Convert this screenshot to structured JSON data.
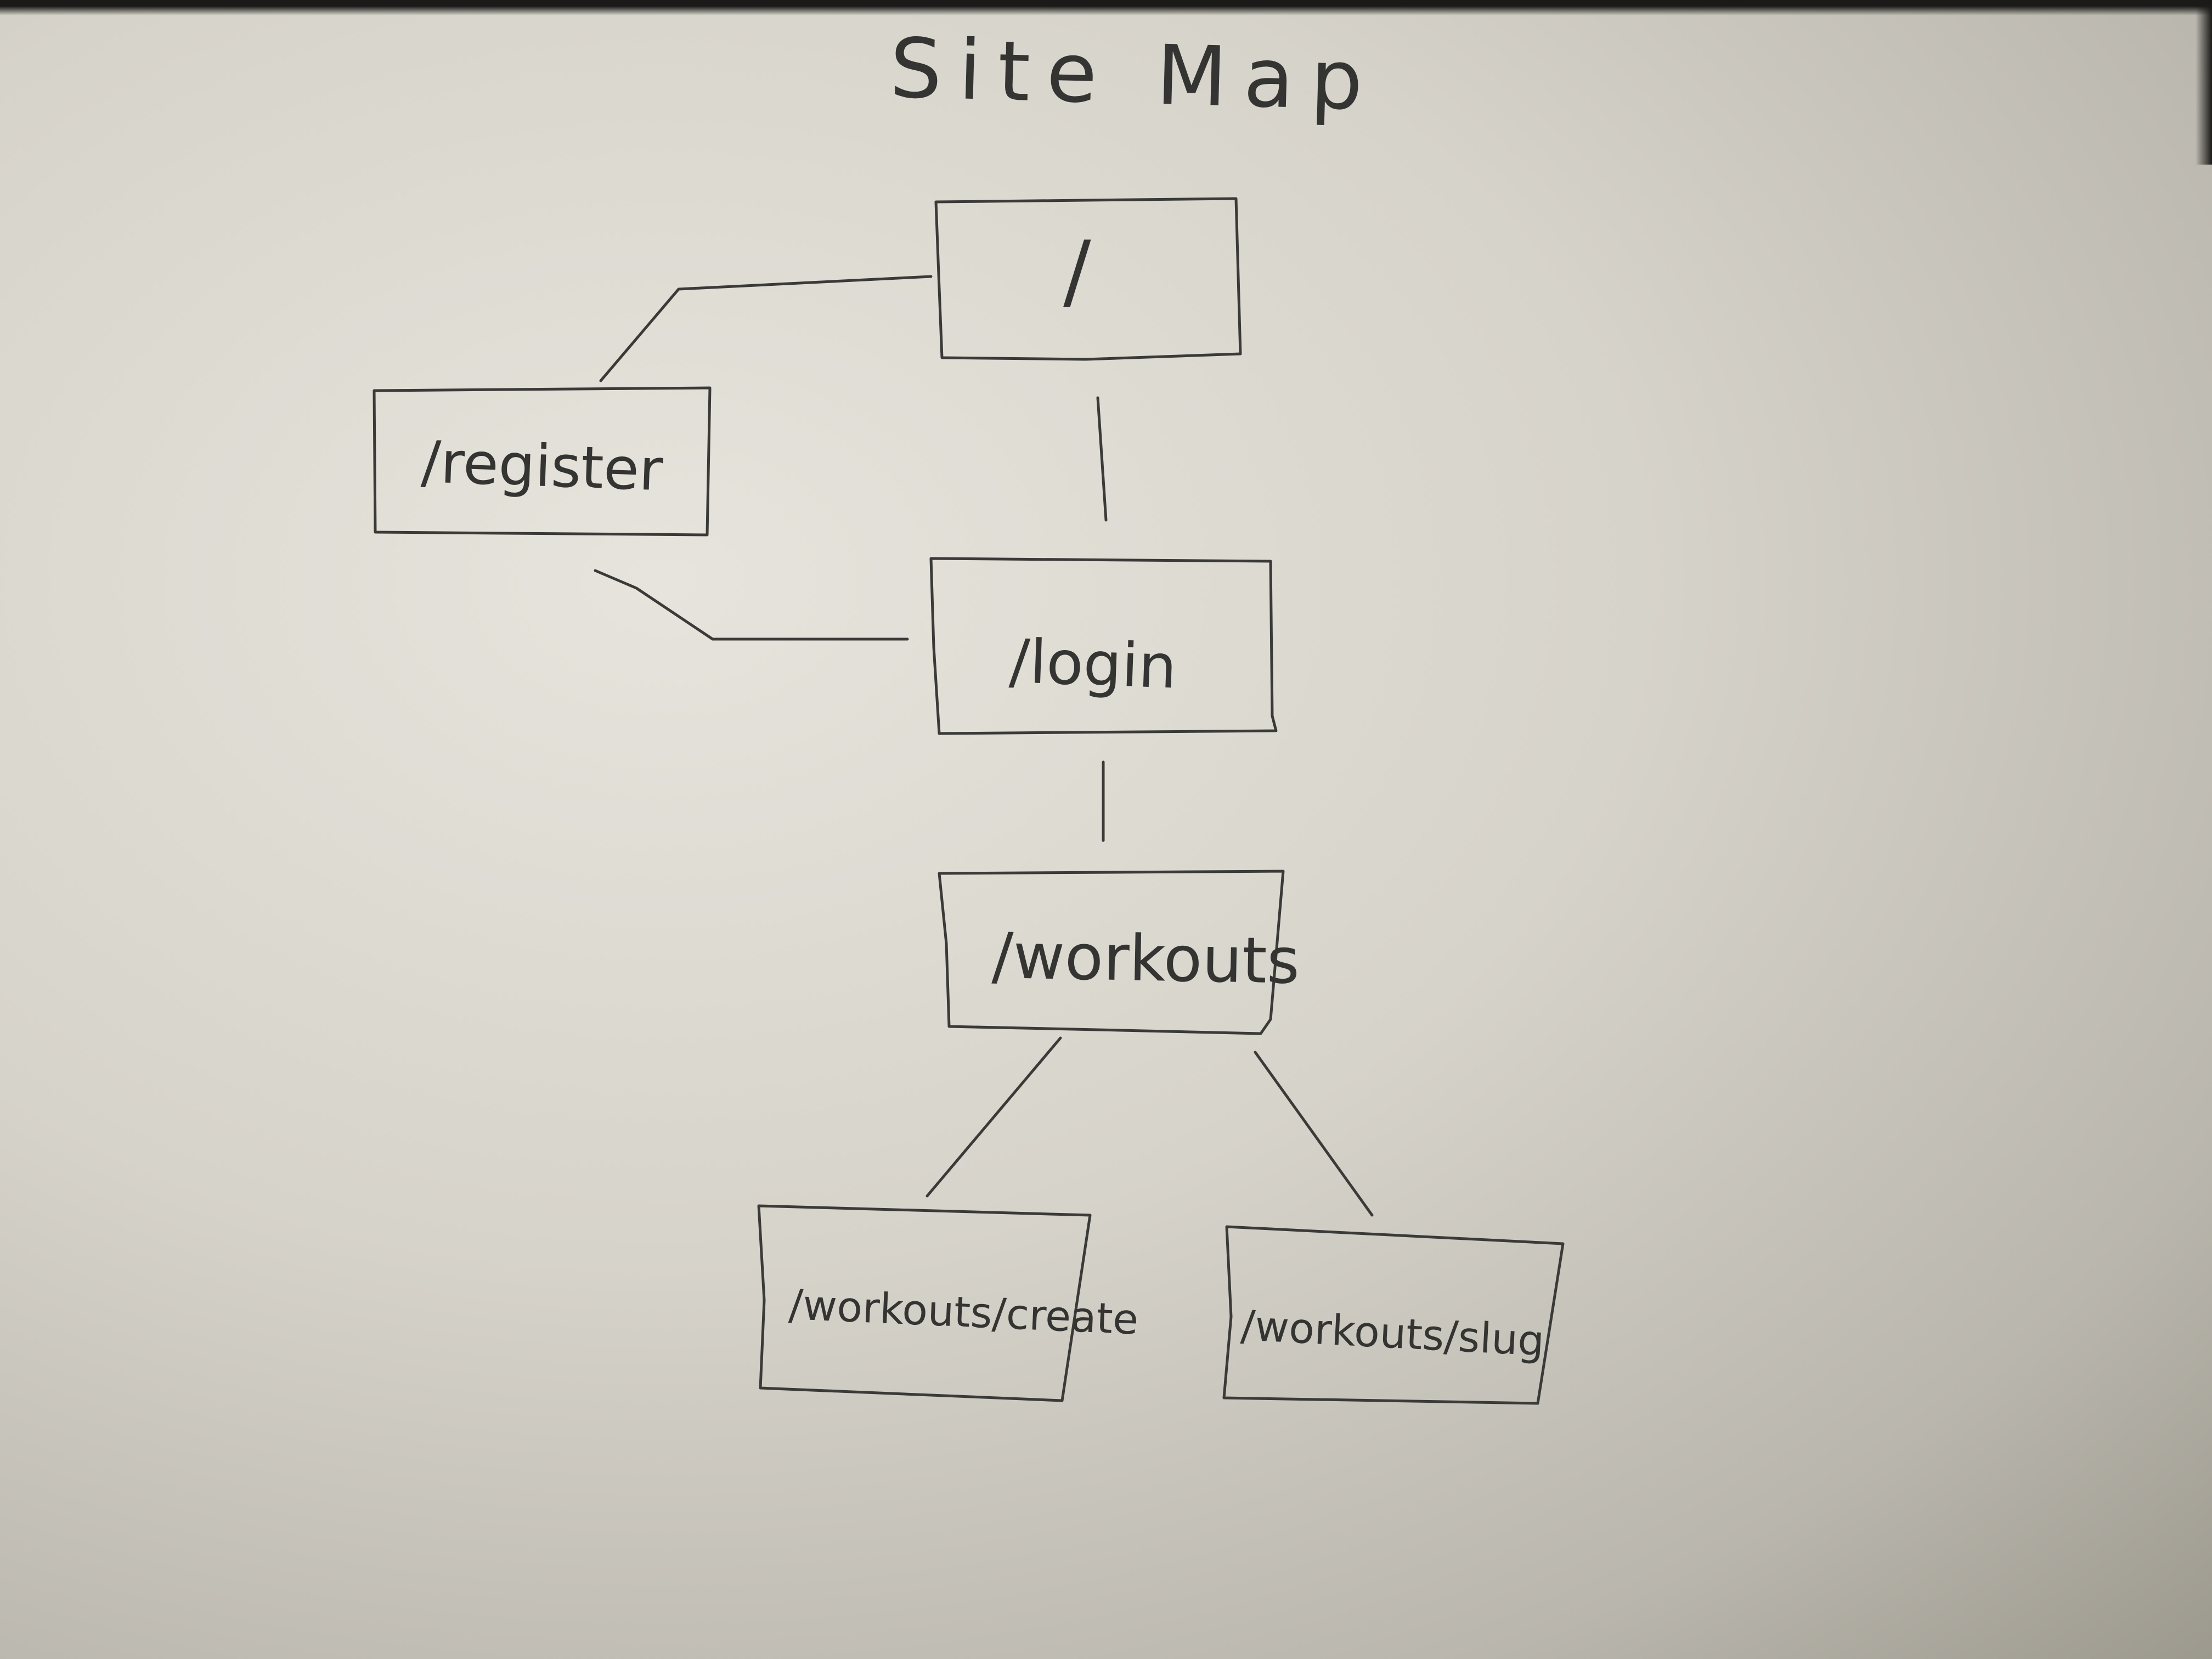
{
  "diagram": {
    "title": "Site Map",
    "nodes": [
      {
        "id": "root",
        "label": "/"
      },
      {
        "id": "register",
        "label": "/register"
      },
      {
        "id": "login",
        "label": "/login"
      },
      {
        "id": "workouts",
        "label": "/workouts"
      },
      {
        "id": "workouts_create",
        "label": "/workouts/create"
      },
      {
        "id": "workouts_slug",
        "label": "/workouts/slug"
      }
    ],
    "edges": [
      {
        "from": "root",
        "to": "register"
      },
      {
        "from": "root",
        "to": "login"
      },
      {
        "from": "register",
        "to": "login"
      },
      {
        "from": "login",
        "to": "workouts"
      },
      {
        "from": "workouts",
        "to": "workouts_create"
      },
      {
        "from": "workouts",
        "to": "workouts_slug"
      }
    ]
  }
}
